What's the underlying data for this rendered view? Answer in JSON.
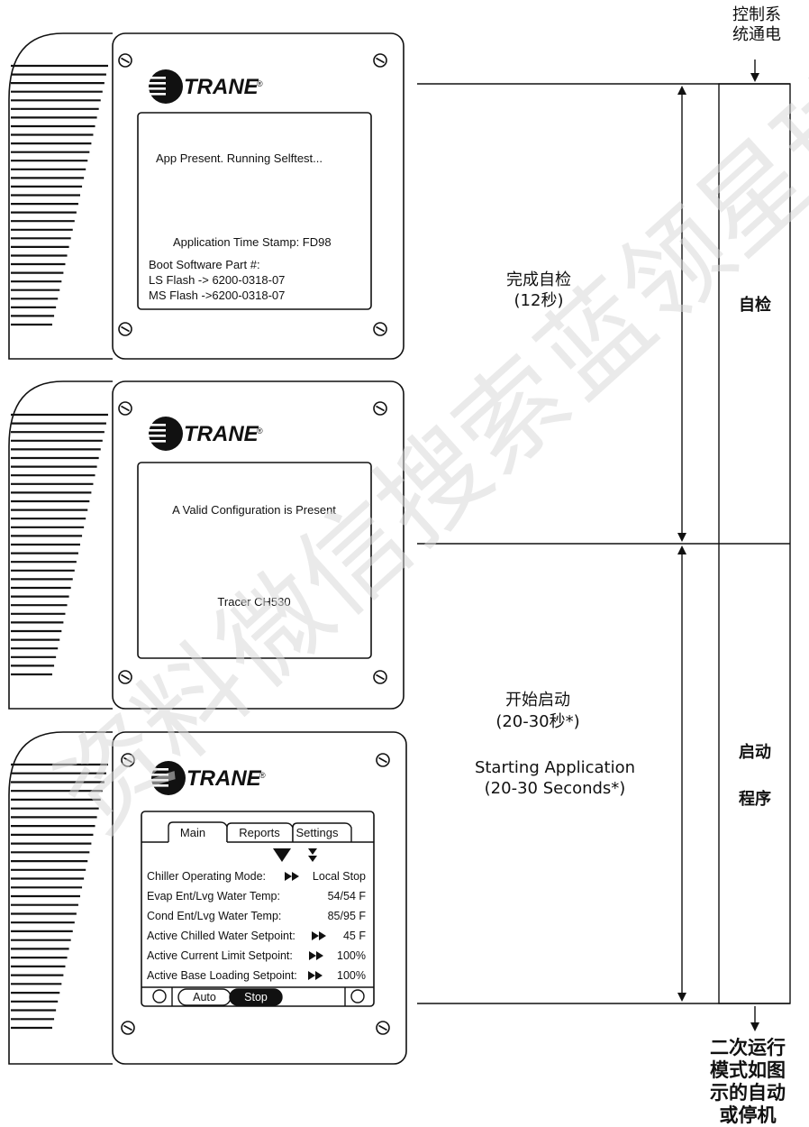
{
  "timeline": {
    "top_label_lines": [
      "控制系",
      "统通电"
    ],
    "bottom_label_lines": [
      "二次运行",
      "模式如图",
      "示的自动",
      "或停机"
    ],
    "phase1": {
      "cn_lines": [
        "完成自检",
        "(12秒)"
      ],
      "side_label": "自检"
    },
    "phase2": {
      "cn_lines": [
        "开始启动",
        "(20-30秒*)"
      ],
      "en_lines": [
        "Starting Application",
        "(20-30 Seconds*)"
      ],
      "side_label_lines": [
        "启动",
        "程序"
      ]
    }
  },
  "panels": [
    {
      "logo": "TRANE",
      "lines": [
        "App Present. Running Selftest...",
        "Application Time Stamp: FD98",
        "Boot Software Part #:",
        "LS Flash -> 6200-0318-07",
        "MS Flash ->6200-0318-07"
      ]
    },
    {
      "logo": "TRANE",
      "lines": [
        "A Valid Configuration is Present",
        "Tracer CH530"
      ]
    },
    {
      "logo": "TRANE",
      "tabs": [
        "Main",
        "Reports",
        "Settings"
      ],
      "rows": [
        {
          "label": "Chiller Operating Mode:",
          "value": "Local Stop",
          "arrow": true
        },
        {
          "label": "Evap Ent/Lvg Water Temp:",
          "value": "54/54 F",
          "arrow": false
        },
        {
          "label": "Cond Ent/Lvg Water Temp:",
          "value": "85/95 F",
          "arrow": false
        },
        {
          "label": "Active Chilled Water Setpoint:",
          "value": "45 F",
          "arrow": true
        },
        {
          "label": "Active Current Limit Setpoint:",
          "value": "100%",
          "arrow": true
        },
        {
          "label": "Active Base Loading Setpoint:",
          "value": "100%",
          "arrow": true
        }
      ],
      "buttons": [
        "Auto",
        "Stop"
      ]
    }
  ],
  "watermark": [
    "资料",
    "微信搜索",
    "蓝领星球"
  ]
}
